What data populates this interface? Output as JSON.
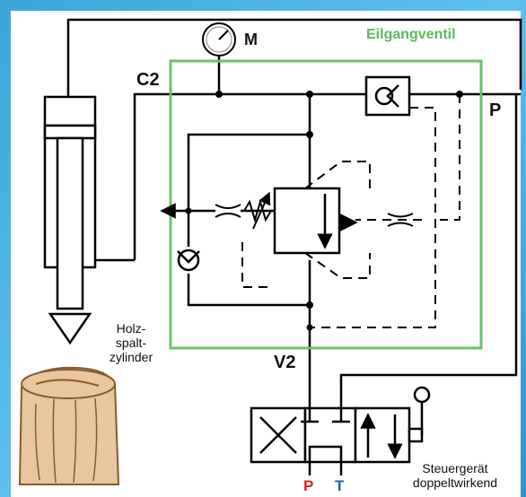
{
  "labels": {
    "title": "Eilgangventil",
    "gauge": "M",
    "port_c2": "C2",
    "port_p": "P",
    "port_v2": "V2",
    "cylinder_line1": "Holz-",
    "cylinder_line2": "spalt-",
    "cylinder_line3": "zylinder",
    "control_line1": "Steuergerät",
    "control_line2": "doppeltwirkend",
    "bottom_p": "P",
    "bottom_t": "T"
  },
  "colors": {
    "background": "#4ab0e2",
    "valve_frame": "#6cc26c",
    "title": "#5cb85c",
    "port_p": "#e02020",
    "port_t": "#1f5fbf",
    "wood": "#e8c79e",
    "wood_outline": "#8a5a2b"
  }
}
